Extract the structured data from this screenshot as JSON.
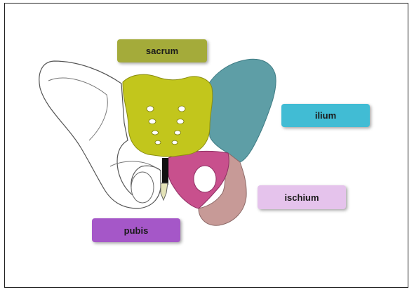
{
  "labels": {
    "sacrum": {
      "text": "sacrum",
      "color": "#a4ab3a"
    },
    "ilium": {
      "text": "ilium",
      "color": "#41bcd4"
    },
    "ischium": {
      "text": "ischium",
      "color": "#e5c3ec"
    },
    "pubis": {
      "text": "pubis",
      "color": "#a557c8"
    }
  },
  "bone_colors": {
    "sacrum": "#c2c61c",
    "ilium": "#5e9ea6",
    "ischium": "#c79a97",
    "pubis": "#c8508d",
    "outline": "#555555",
    "symphysis": "#111111"
  }
}
